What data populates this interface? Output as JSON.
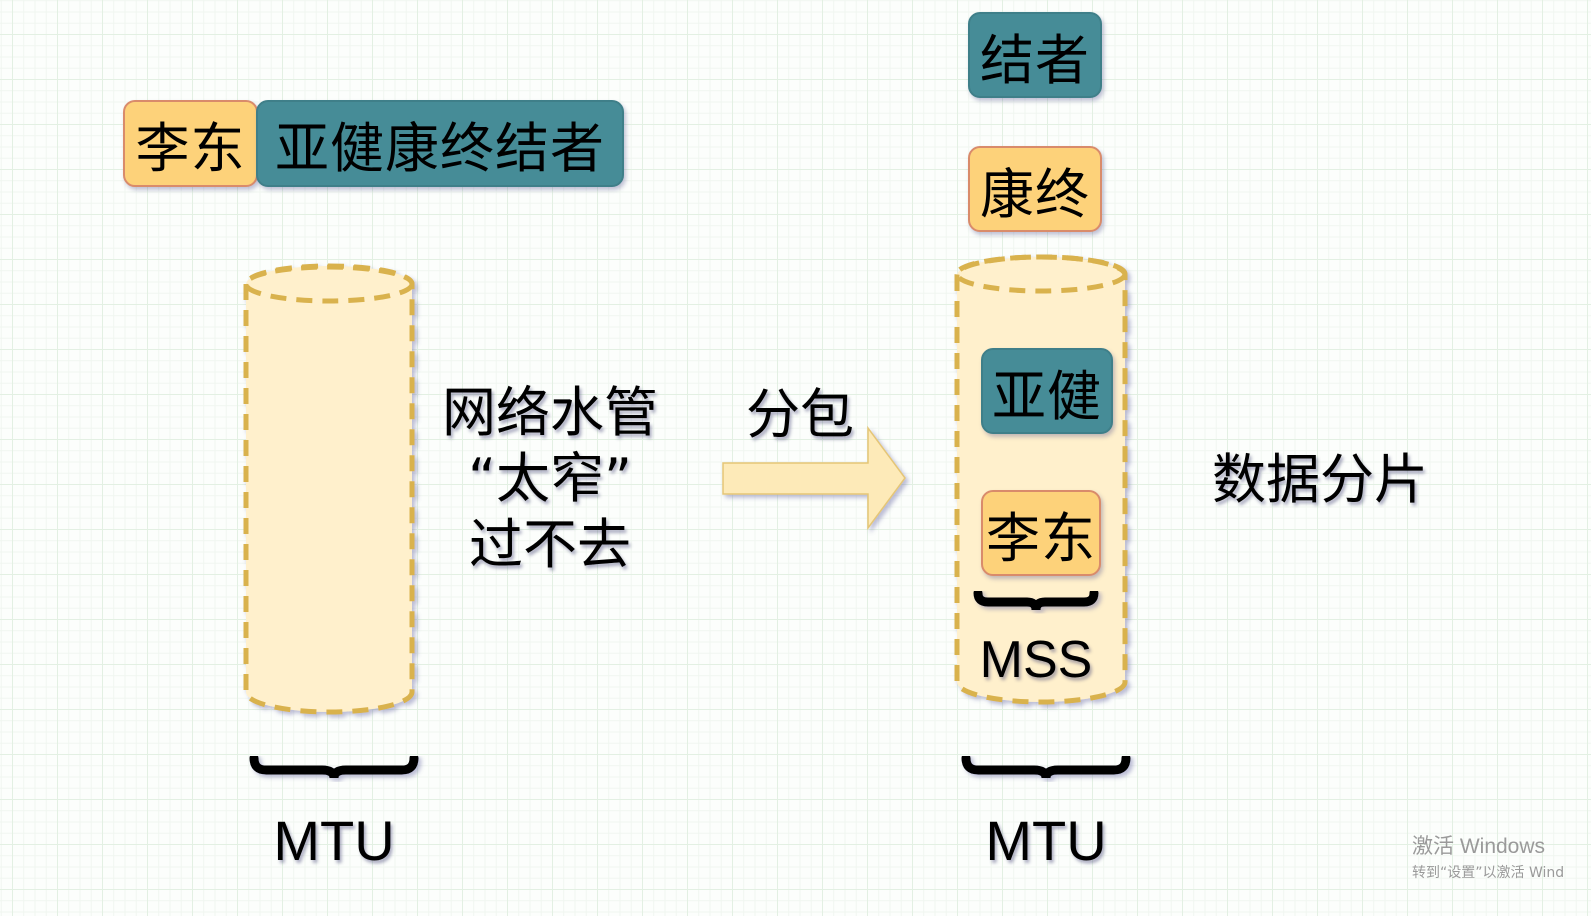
{
  "colors": {
    "packet_orange": "#fdd27a",
    "packet_teal": "#468c97",
    "pipe_fill": "#fff0cc",
    "pipe_dash": "#d9b24e",
    "arrow_fill": "#fdeab8"
  },
  "left": {
    "packet_head": "李东",
    "packet_body": "亚健康终结者",
    "pipe_caption_lines": [
      "网络水管",
      "“太窄”",
      "过不去"
    ],
    "bracket_label": "MTU"
  },
  "middle": {
    "arrow_label": "分包"
  },
  "right": {
    "fragments": [
      {
        "text": "结者",
        "color": "teal"
      },
      {
        "text": "康终",
        "color": "orange"
      },
      {
        "text": "亚健",
        "color": "teal"
      },
      {
        "text": "李东",
        "color": "orange"
      }
    ],
    "inner_bracket_label": "MSS",
    "bracket_label": "MTU",
    "side_caption": "数据分片"
  },
  "watermark": {
    "line1": "激活 Windows",
    "line2": "转到“设置”以激活 Wind"
  }
}
